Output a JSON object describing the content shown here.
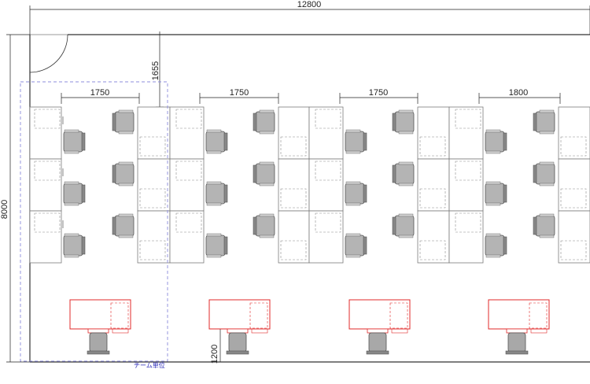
{
  "dimensions": {
    "overall_width": "12800",
    "overall_depth": "8000",
    "aisle_top": "1655",
    "aisle_bottom": "1200",
    "spacings": [
      "1750",
      "1750",
      "1750",
      "1800"
    ]
  },
  "labels": {
    "team_unit": "チーム単位"
  },
  "colors": {
    "wall": "#333333",
    "desk_line": "#7a7a7a",
    "chair_fill": "#b4b4b4",
    "chair_edge": "#555555",
    "manager_desk": "#e02828",
    "team_boundary": "#8c8cdc",
    "dim_line": "#222222",
    "dim_text": "#222222"
  }
}
